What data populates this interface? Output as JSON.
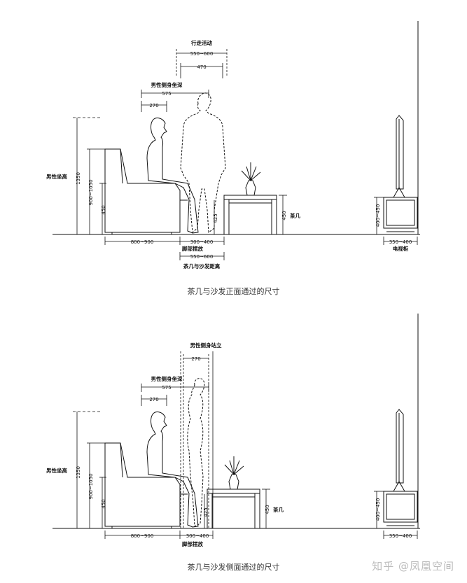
{
  "top": {
    "caption": "茶几与沙发正面通过的尺寸",
    "labels": {
      "walk": "行走活动",
      "walk_range": "550~600",
      "walk_inner": "470",
      "side_sit": "男性侧身坐深",
      "side_sit_dim": "575",
      "head_dim": "270",
      "seat_height": "男性坐高",
      "h1350": "1350",
      "h900": "900~1050",
      "h450": "450",
      "h425": "425",
      "table_h": "450",
      "table": "茶几",
      "tv_h": "400~450",
      "tv_w": "350~400",
      "tv": "电视柜",
      "sofa_w": "800~900",
      "feet": "300~400",
      "feet_label": "脚部摆放",
      "gap": "550~600",
      "gap_label": "茶几与沙发距离"
    }
  },
  "bottom": {
    "caption": "茶几与沙发侧面通过的尺寸",
    "labels": {
      "stand": "男性侧身站立",
      "stand_dim": "270",
      "side_sit": "男性侧身坐深",
      "side_sit_dim": "575",
      "head_dim": "270",
      "seat_height": "男性坐高",
      "h1350": "1350",
      "h900": "900~1050",
      "h450": "450",
      "h425": "425",
      "table_h": "450",
      "table": "茶几",
      "tv_h": "400~450",
      "tv_w": "350~400",
      "sofa_w": "800~900",
      "feet": "300~400",
      "feet_label": "脚部摆放"
    }
  },
  "watermark": "知乎 @凤凰空间"
}
